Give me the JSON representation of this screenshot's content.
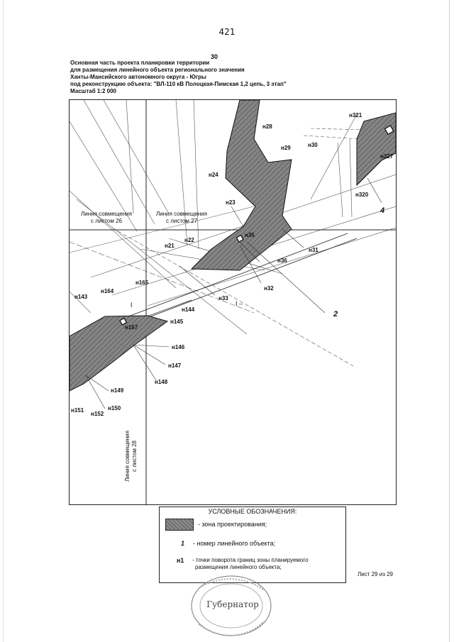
{
  "page_number": "421",
  "sheet_index": "30",
  "header": {
    "line1": "Основная часть проекта планировки территории",
    "line2": "для размещения линейного объекта регионального значения",
    "line3": "Ханты-Мансийского автономного округа - Югры",
    "line4": "под реконструкцию объекта: \"ВЛ-110 кВ Полоцкая-Пимская 1,2 цепь, 3 этап\"",
    "scale": "Масштаб 1:2 000"
  },
  "map": {
    "match_lines": {
      "sheet26": [
        "Линия совмещения",
        "с листом 26"
      ],
      "sheet27": [
        "Линия совмещения",
        "с листом 27"
      ],
      "sheet28": [
        "Линия совмещения",
        "с листом 28"
      ]
    },
    "points": [
      "н28",
      "н29",
      "н30",
      "н24",
      "н23",
      "н22",
      "н21",
      "н35",
      "н31",
      "н36",
      "н32",
      "н33",
      "н165",
      "н164",
      "н143",
      "н167",
      "н144",
      "н145",
      "н146",
      "н147",
      "н148",
      "н149",
      "н150",
      "н151",
      "н152",
      "н321",
      "н327",
      "н320"
    ],
    "object_numbers": [
      "2",
      "4"
    ],
    "section_marks": [
      "I",
      "I –"
    ]
  },
  "legend": {
    "title": "УСЛОВНЫЕ ОБОЗНАЧЕНИЯ:",
    "zone_label": "- зона проектирования;",
    "number_symbol": "1",
    "number_label": "-  номер линейного объекта;",
    "point_symbol": "н1",
    "point_label_1": "- точки поворота границ зоны планируемого",
    "point_label_2": "размещения линейного объекта;"
  },
  "sheet_footer": "Лист 29 из 29",
  "stamp_text": "Губернатор",
  "colors": {
    "zone_fill": "#7d7d7d",
    "line": "#222222"
  }
}
